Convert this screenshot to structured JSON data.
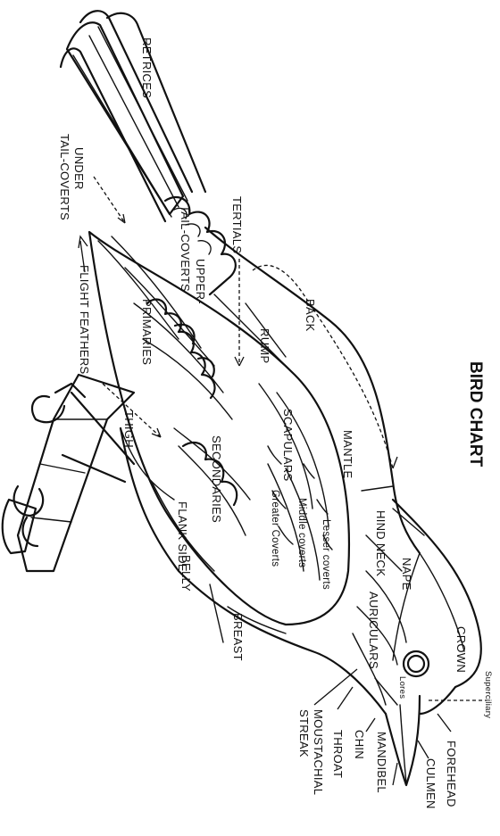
{
  "title": "BIRD CHART",
  "labels": {
    "retrices": "RETRICES",
    "under_tail_coverts_1": "UNDER",
    "under_tail_coverts_2": "TAIL-COVERTS",
    "tertials": "TERTIALS",
    "upper_tail_coverts_1": "UPPER-",
    "upper_tail_coverts_2": "TAIL-COVERTS",
    "back": "BACK",
    "flight_feathers": "FLIGHT FEATHERS",
    "primaries": "PRIMARIES",
    "rump": "RUMP",
    "thigh": "THIGH",
    "secondaries": "SECONDARIES",
    "scapulars": "SCAPULARS",
    "mantle": "MANTLE",
    "greater_coverts": "Greater Coverts",
    "middle_coverts": "Middle coverts",
    "lesser_coverts": "Lesser coverts",
    "flank_side": "FLANK SIDE",
    "belly": "BELLY",
    "hind_neck": "HIND NECK",
    "nape": "NAPE",
    "auriculars": "AURICULARS",
    "breast": "BREAST",
    "crown": "CROWN",
    "lores": "Lores",
    "superciliary": "Superciliary",
    "forehead": "FOREHEAD",
    "culmen": "CULMEN",
    "mandibel": "MANDIBEL",
    "chin": "CHIN",
    "throat": "THROAT",
    "moustachial_1": "MOUSTACHIAL",
    "moustachial_2": "STREAK"
  }
}
